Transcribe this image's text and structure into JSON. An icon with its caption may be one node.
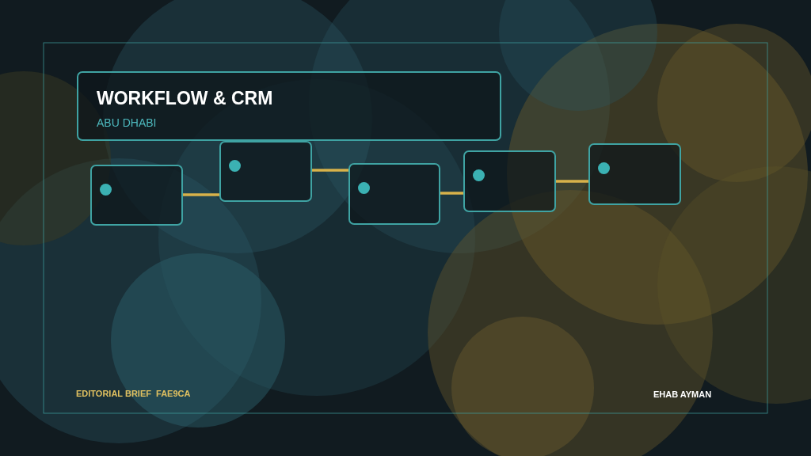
{
  "diagram": {
    "nodes": [
      {
        "text": [
          "WORKFLOW & CRM",
          "ABU DHABI"
        ]
      },
      {
        "text": [],
        "shape": "box"
      },
      {
        "text": [],
        "shape": "box"
      },
      {
        "text": [],
        "shape": "box"
      },
      {
        "text": [],
        "shape": "box"
      },
      {
        "text": [],
        "shape": "box"
      }
    ],
    "edges": [
      {
        "from": 1,
        "to": 2,
        "arrow": "none"
      },
      {
        "from": 2,
        "to": 3,
        "arrow": "none"
      },
      {
        "from": 3,
        "to": 4,
        "arrow": "none"
      },
      {
        "from": 4,
        "to": 5,
        "arrow": "none"
      }
    ],
    "labels": [
      "EDITORIAL BRIEF  FAE9CA",
      "EHAB AYMAN"
    ]
  }
}
